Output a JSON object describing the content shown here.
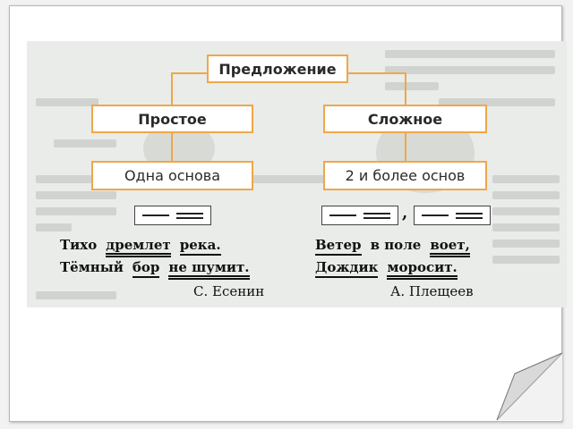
{
  "diagram": {
    "root": "Предложение",
    "left": {
      "type": "Простое",
      "base": "Одна основа"
    },
    "right": {
      "type": "Сложное",
      "base": "2 и более основ"
    },
    "scheme_separator": ","
  },
  "examples": {
    "simple": {
      "line1": [
        {
          "text": "Тихо",
          "role": "none"
        },
        {
          "text": "дремлет",
          "role": "predicate"
        },
        {
          "text": "река.",
          "role": "subject"
        }
      ],
      "line2": [
        {
          "text": "Тёмный",
          "role": "none"
        },
        {
          "text": "бор",
          "role": "subject"
        },
        {
          "text": "не шумит.",
          "role": "predicate"
        }
      ],
      "author": "С. Есенин"
    },
    "complex": {
      "line1": [
        {
          "text": "Ветер",
          "role": "subject"
        },
        {
          "text": "в поле",
          "role": "none"
        },
        {
          "text": "воет,",
          "role": "predicate"
        }
      ],
      "line2": [
        {
          "text": "Дождик",
          "role": "subject"
        },
        {
          "text": "моросит.",
          "role": "predicate"
        }
      ],
      "author": "А. Плещеев"
    }
  },
  "colors": {
    "box_border": "#f0a64a",
    "page_background": "#ffffff",
    "ghost_background": "#e9ece8"
  }
}
